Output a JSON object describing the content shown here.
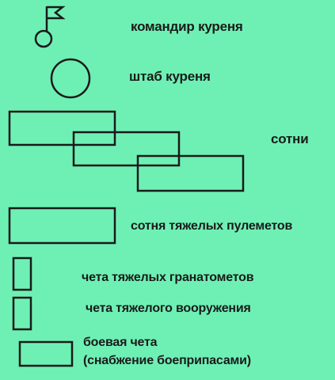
{
  "legend": {
    "items": [
      {
        "symbol": "flag-circle-icon",
        "label": "командир куреня"
      },
      {
        "symbol": "circle-icon",
        "label": "штаб куреня"
      },
      {
        "symbol": "overlapping-rectangles-icon",
        "label": "сотни"
      },
      {
        "symbol": "wide-rectangle-icon",
        "label": "сотня тяжелых пулеметов"
      },
      {
        "symbol": "tall-rectangle-icon",
        "label": "чета тяжелых гранатометов"
      },
      {
        "symbol": "tall-rectangle-icon",
        "label": "чета тяжелого вооружения"
      },
      {
        "symbol": "small-rectangle-icon",
        "label_line1": "боевая чета",
        "label_line2": "(снабжение боеприпасами)"
      }
    ]
  },
  "colors": {
    "background": "#6ef0b4",
    "ink": "#1a1a1a"
  }
}
